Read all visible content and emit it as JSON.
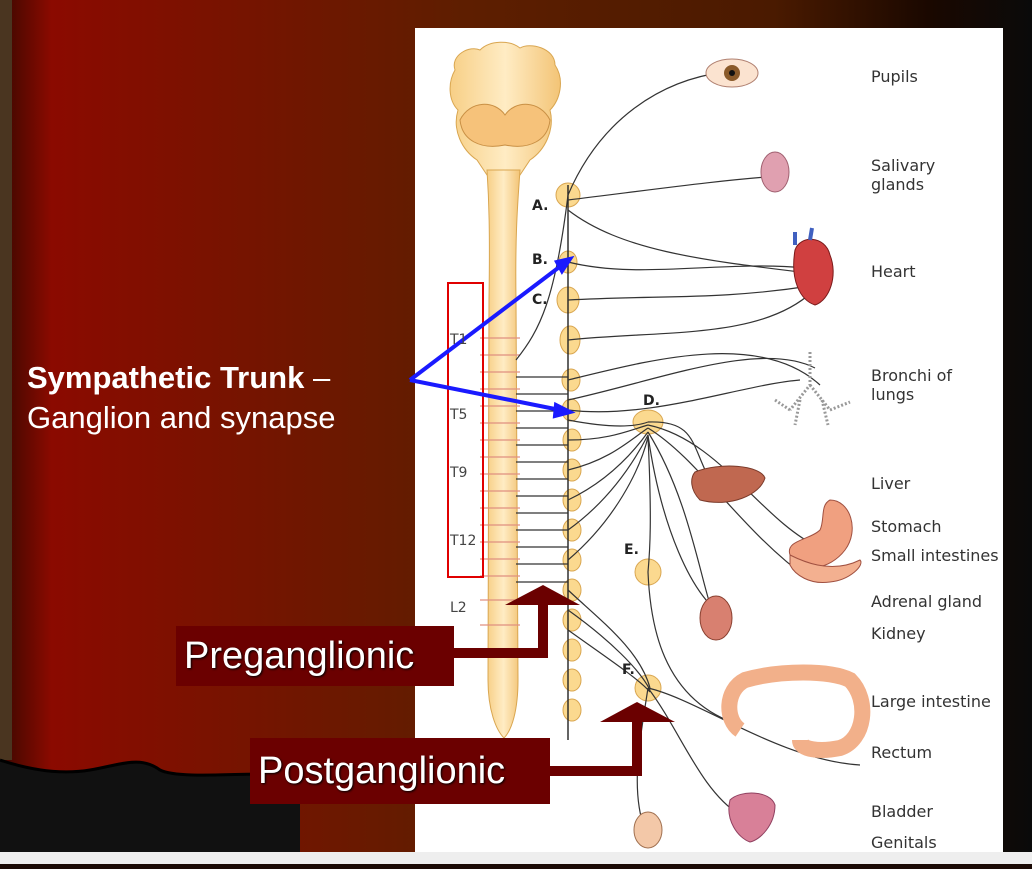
{
  "slide": {
    "trunk_title_bold": "Sympathetic Trunk",
    "trunk_title_dash": " –",
    "trunk_subtitle": "Ganglion and synapse",
    "preganglionic_label": "Preganglionic",
    "postganglionic_label": "Postganglionic"
  },
  "diagram": {
    "segments": [
      "T1",
      "T5",
      "T9",
      "T12",
      "L2"
    ],
    "ganglia": [
      "A.",
      "B.",
      "C.",
      "D.",
      "E.",
      "F."
    ],
    "organs": [
      "Pupils",
      "Salivary glands",
      "Heart",
      "Bronchi of lungs",
      "Liver",
      "Stomach",
      "Small intestines",
      "Adrenal gland",
      "Kidney",
      "Large intestine",
      "Rectum",
      "Bladder",
      "Genitals"
    ]
  },
  "colors": {
    "background_dark": "#5a1f00",
    "left_red": "#8b0000",
    "callout_box": "#6b0000",
    "arrow_blue": "#1a1aff",
    "highlight_red": "#e00000",
    "spinal_cord": "#fde0a0"
  }
}
